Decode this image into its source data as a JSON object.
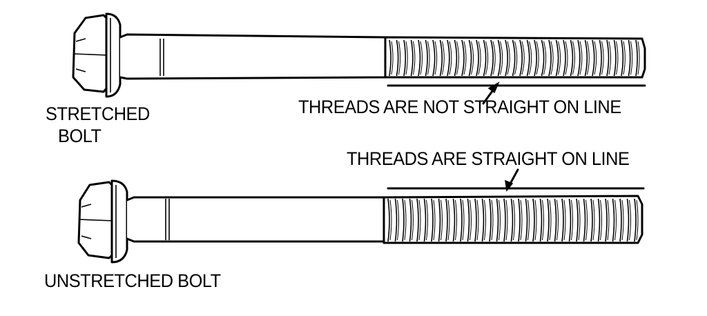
{
  "labels": {
    "stretched_bolt_line1": "STRETCHED",
    "stretched_bolt_line2": "BOLT",
    "threads_not_straight": "THREADS ARE NOT STRAIGHT ON LINE",
    "threads_straight": "THREADS ARE STRAIGHT ON LINE",
    "unstretched_bolt": "UNSTRETCHED  BOLT"
  },
  "colors": {
    "ink": "#000000",
    "paper": "#ffffff"
  }
}
